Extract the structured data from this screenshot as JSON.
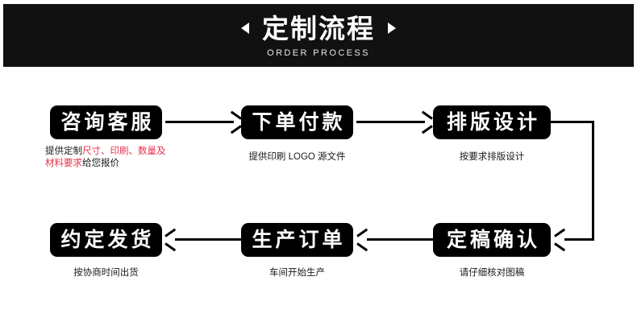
{
  "banner": {
    "title": "定制流程",
    "subtitle": "ORDER PROCESS",
    "left_arrow_icon": "triangle-left-icon",
    "right_arrow_icon": "triangle-right-icon",
    "background_color": "#111111",
    "text_color": "#ffffff"
  },
  "colors": {
    "node_background": "#000000",
    "node_text": "#ffffff",
    "caption_text": "#1a1a1a",
    "highlight": "#e8304a",
    "connector": "#000000",
    "page_background": "#ffffff"
  },
  "flow": {
    "steps": [
      {
        "id": "step-1",
        "label": "咨询客服",
        "caption": {
          "segments": [
            {
              "text": "提供定制",
              "color": "black"
            },
            {
              "text": "尺寸、印刷、数量及材料要求",
              "color": "red"
            },
            {
              "text": "给您报价",
              "color": "black"
            }
          ],
          "plain": "提供定制尺寸、印刷、数量及材料要求给您报价"
        }
      },
      {
        "id": "step-2",
        "label": "下单付款",
        "caption": {
          "plain": "提供印刷 LOGO 源文件"
        }
      },
      {
        "id": "step-3",
        "label": "排版设计",
        "caption": {
          "plain": "按要求排版设计"
        }
      },
      {
        "id": "step-4",
        "label": "定稿确认",
        "caption": {
          "plain": "请仔细核对图稿"
        }
      },
      {
        "id": "step-5",
        "label": "生产订单",
        "caption": {
          "plain": "车间开始生产"
        }
      },
      {
        "id": "step-6",
        "label": "约定发货",
        "caption": {
          "plain": "按协商时间出货"
        }
      }
    ],
    "connectors": [
      {
        "from": "step-1",
        "to": "step-2",
        "direction": "right"
      },
      {
        "from": "step-2",
        "to": "step-3",
        "direction": "right"
      },
      {
        "from": "step-3",
        "to": "step-4",
        "direction": "down-left"
      },
      {
        "from": "step-4",
        "to": "step-5",
        "direction": "left"
      },
      {
        "from": "step-5",
        "to": "step-6",
        "direction": "left"
      }
    ]
  }
}
